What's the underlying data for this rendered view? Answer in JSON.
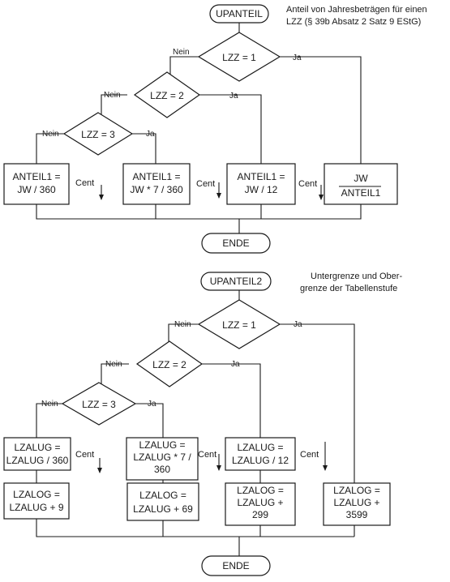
{
  "flow1": {
    "start": "UPANTEIL",
    "note": [
      "Anteil von Jahresbeträgen für einen",
      "LZZ (§ 39b Absatz 2 Satz 9 EStG)"
    ],
    "d1": "LZZ = 1",
    "d2": "LZZ = 2",
    "d3": "LZZ = 3",
    "no": "Nein",
    "yes": "Ja",
    "cent": "Cent",
    "box1": [
      "ANTEIL1 =",
      "JW / 360"
    ],
    "box2": [
      "ANTEIL1 =",
      "JW * 7 / 360"
    ],
    "box3": [
      "ANTEIL1 =",
      "JW / 12"
    ],
    "box4_num": "JW",
    "box4_den": "ANTEIL1",
    "end": "ENDE"
  },
  "flow2": {
    "start": "UPANTEIL2",
    "note": [
      "Untergrenze und Ober-",
      "grenze der Tabellenstufe"
    ],
    "d1": "LZZ = 1",
    "d2": "LZZ = 2",
    "d3": "LZZ = 3",
    "no": "Nein",
    "yes": "Ja",
    "cent": "Cent",
    "lug1": [
      "LZALUG =",
      "LZALUG / 360"
    ],
    "lug2": [
      "LZALUG =",
      "LZALUG * 7 /",
      "360"
    ],
    "lug3": [
      "LZALUG =",
      "LZALUG / 12"
    ],
    "log1": [
      "LZALOG =",
      "LZALUG + 9"
    ],
    "log2": [
      "LZALOG =",
      "LZALUG + 69"
    ],
    "log3": [
      "LZALOG =",
      "LZALUG +",
      "299"
    ],
    "log4": [
      "LZALOG =",
      "LZALUG +",
      "3599"
    ],
    "end": "ENDE"
  }
}
